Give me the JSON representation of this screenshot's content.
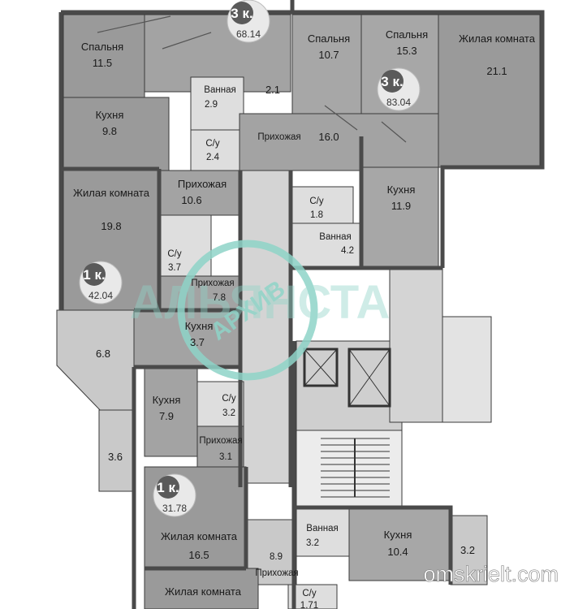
{
  "watermark": {
    "badge_text": "АРХИВ",
    "brand_text": "АЛЬЯНСТА",
    "color": "#8fd4c8"
  },
  "footer": {
    "site": "omskrielt.com"
  },
  "apartments": [
    {
      "rooms": "3 к.",
      "area": "68.14"
    },
    {
      "rooms": "3 к.",
      "area": "83.04"
    },
    {
      "rooms": "1 к.",
      "area": "42.04"
    },
    {
      "rooms": "1 к.",
      "area": "31.78"
    }
  ],
  "rooms": [
    {
      "name": "Спальня",
      "area": "11.5"
    },
    {
      "name": "Ванная",
      "area": "2.9"
    },
    {
      "name": "",
      "area": "2.1"
    },
    {
      "name": "Спальня",
      "area": "10.7"
    },
    {
      "name": "Спальня",
      "area": "15.3"
    },
    {
      "name": "Жилая комната",
      "area": "21.1"
    },
    {
      "name": "Кухня",
      "area": "9.8"
    },
    {
      "name": "С/у",
      "area": "2.4"
    },
    {
      "name": "Прихожая",
      "area": "16.0"
    },
    {
      "name": "Жилая комната",
      "area": "19.8"
    },
    {
      "name": "Прихожая",
      "area": "10.6"
    },
    {
      "name": "С/у",
      "area": "1.8"
    },
    {
      "name": "Кухня",
      "area": "11.9"
    },
    {
      "name": "Ванная",
      "area": "4.2"
    },
    {
      "name": "С/у",
      "area": "3.7"
    },
    {
      "name": "Прихожая",
      "area": "7.8"
    },
    {
      "name": "Кухня",
      "area": "3.7"
    },
    {
      "name": "",
      "area": "6.8"
    },
    {
      "name": "Кухня",
      "area": "7.9"
    },
    {
      "name": "С/у",
      "area": "3.2"
    },
    {
      "name": "Прихожая",
      "area": "3.1"
    },
    {
      "name": "",
      "area": "3.6"
    },
    {
      "name": "Жилая комната",
      "area": "16.5"
    },
    {
      "name": "Ванная",
      "area": "3.2"
    },
    {
      "name": "Кухня",
      "area": "10.4"
    },
    {
      "name": "",
      "area": "3.2"
    },
    {
      "name": "Прихожая",
      "area": "8.9"
    },
    {
      "name": "Жилая комната",
      "area": ""
    },
    {
      "name": "С/у",
      "area": "1.71"
    }
  ]
}
